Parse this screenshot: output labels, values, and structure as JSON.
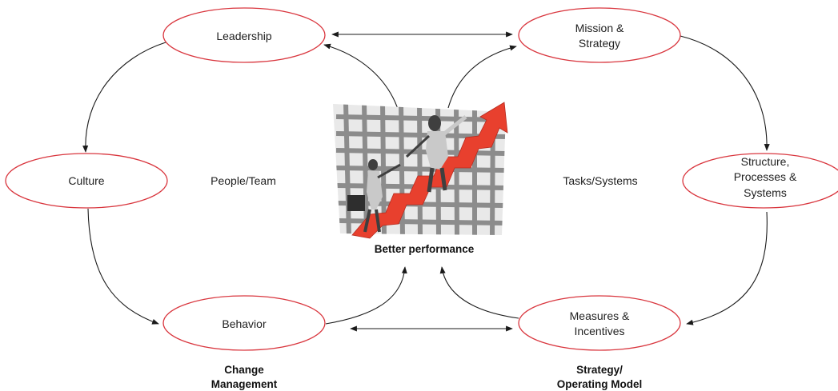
{
  "colors": {
    "node_outline": "#d9363e",
    "arrow": "#1a1a1a",
    "staircase": "#e8402e",
    "grid_gray": "#8c8c8c",
    "grid_background": "#e9e9e9",
    "figure_dark": "#3f3f3f",
    "figure_light": "#c9c9c9"
  },
  "nodes": {
    "leadership": {
      "lines": [
        "Leadership"
      ]
    },
    "mission_strategy": {
      "lines": [
        "Mission &",
        "Strategy"
      ]
    },
    "culture": {
      "lines": [
        "Culture"
      ]
    },
    "structure": {
      "lines": [
        "Structure,",
        "Processes &",
        "Systems"
      ]
    },
    "behavior": {
      "lines": [
        "Behavior"
      ]
    },
    "measures": {
      "lines": [
        "Measures &",
        "Incentives"
      ]
    }
  },
  "regions": {
    "left": "People/Team",
    "right": "Tasks/Systems"
  },
  "center": {
    "image_icon": "performance-staircase-icon",
    "caption": "Better performance"
  },
  "footers": {
    "left": [
      "Change",
      "Management"
    ],
    "right": [
      "Strategy/",
      "Operating Model"
    ]
  }
}
